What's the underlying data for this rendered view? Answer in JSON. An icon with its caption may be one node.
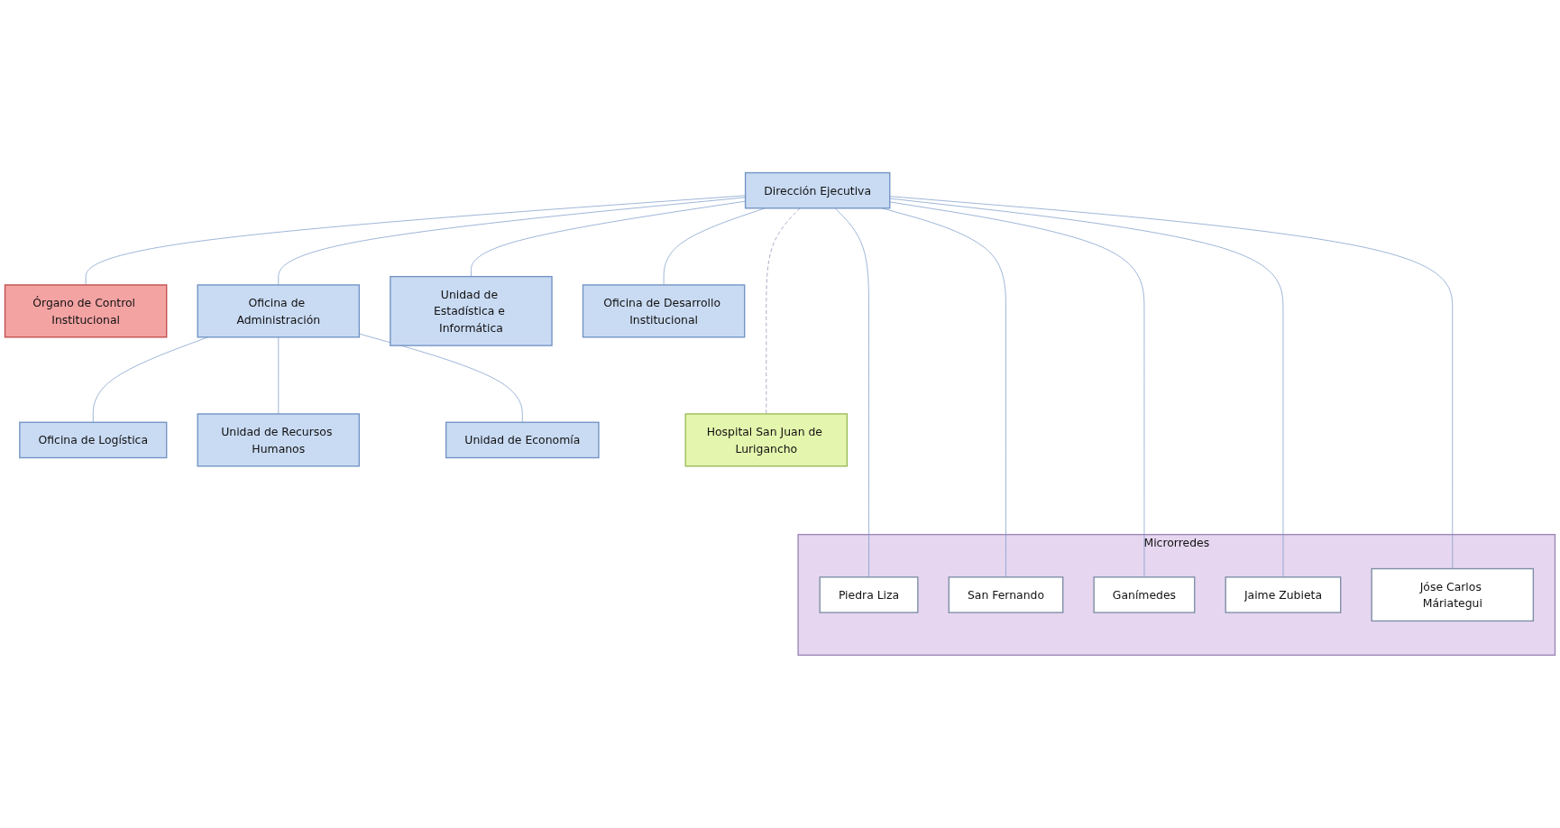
{
  "diagram": {
    "nodes": [
      {
        "text": [
          "Dirección Ejecutiva"
        ]
      },
      {
        "text": [
          "Órgano de Control Institucional"
        ]
      },
      {
        "text": [
          "Oficina de Administración"
        ]
      },
      {
        "text": [
          "Unidad de Estadística e Informática"
        ]
      },
      {
        "text": [
          "Oficina de Desarrollo Institucional"
        ]
      },
      {
        "text": [
          "Oficina de Logística"
        ]
      },
      {
        "text": [
          "Unidad de Recursos Humanos"
        ]
      },
      {
        "text": [
          "Unidad de Economía"
        ]
      },
      {
        "text": [
          "Hospital San Juan de Lurigancho"
        ]
      },
      {
        "text": [
          "Microrredes"
        ]
      },
      {
        "text": [
          "Piedra Liza"
        ],
        "in": 9
      },
      {
        "text": [
          "San Fernando"
        ],
        "in": 9
      },
      {
        "text": [
          "Ganímedes"
        ],
        "in": 9
      },
      {
        "text": [
          "Jaime Zubieta"
        ],
        "in": 9
      },
      {
        "text": [
          "Jóse Carlos Máriategui"
        ],
        "in": 9
      }
    ],
    "edges": [
      {
        "from": 0,
        "to": 1,
        "arrow": "none"
      },
      {
        "from": 0,
        "to": 2,
        "arrow": "none"
      },
      {
        "from": 0,
        "to": 3,
        "arrow": "none"
      },
      {
        "from": 0,
        "to": 4,
        "arrow": "none"
      },
      {
        "from": 2,
        "to": 5,
        "arrow": "none"
      },
      {
        "from": 2,
        "to": 6,
        "arrow": "none"
      },
      {
        "from": 2,
        "to": 7,
        "arrow": "none"
      },
      {
        "from": 0,
        "to": 8,
        "arrow": "none",
        "style": "dashed",
        "color": "#8e86b0"
      },
      {
        "from": 0,
        "to": 10,
        "arrow": "none"
      },
      {
        "from": 0,
        "to": 11,
        "arrow": "none"
      },
      {
        "from": 0,
        "to": 12,
        "arrow": "none"
      },
      {
        "from": 0,
        "to": 13,
        "arrow": "none"
      },
      {
        "from": 0,
        "to": 14,
        "arrow": "none"
      }
    ]
  }
}
